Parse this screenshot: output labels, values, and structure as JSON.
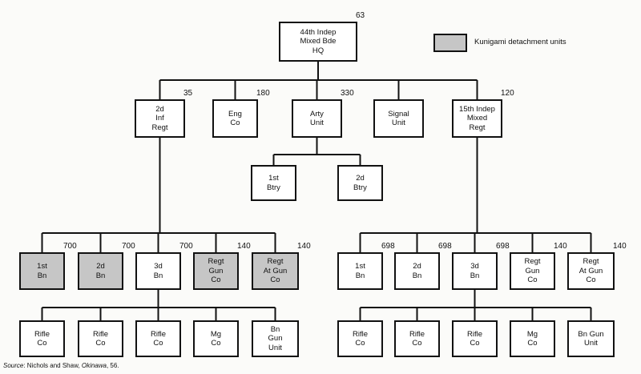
{
  "legend": {
    "label": "Kunigami detachment units",
    "fill": "#c6c6c6"
  },
  "source": {
    "label": "Source",
    "authors": ": Nichols and Shaw, ",
    "work": "Okinawa",
    "page": ", 56."
  },
  "units": {
    "hq": {
      "label": "44th Indep\nMixed Bde\nHQ",
      "strength": "63"
    },
    "inf_regt": {
      "label": "2d\nInf\nRegt",
      "strength": "35"
    },
    "eng": {
      "label": "Eng\nCo",
      "strength": "180"
    },
    "arty": {
      "label": "Arty\nUnit",
      "strength": "330"
    },
    "signal": {
      "label": "Signal\nUnit",
      "strength": ""
    },
    "mixed_regt": {
      "label": "15th Indep\nMixed\nRegt",
      "strength": "120"
    },
    "btry1": {
      "label": "1st\nBtry",
      "strength": ""
    },
    "btry2": {
      "label": "2d\nBtry",
      "strength": ""
    },
    "l_bn1": {
      "label": "1st\nBn",
      "strength": "700",
      "kunigami": true
    },
    "l_bn2": {
      "label": "2d\nBn",
      "strength": "700",
      "kunigami": true
    },
    "l_bn3": {
      "label": "3d\nBn",
      "strength": "700",
      "kunigami": false
    },
    "l_gun": {
      "label": "Regt\nGun\nCo",
      "strength": "140",
      "kunigami": true
    },
    "l_at": {
      "label": "Regt\nAt Gun\nCo",
      "strength": "140",
      "kunigami": true
    },
    "r_bn1": {
      "label": "1st\nBn",
      "strength": "698"
    },
    "r_bn2": {
      "label": "2d\nBn",
      "strength": "698"
    },
    "r_bn3": {
      "label": "3d\nBn",
      "strength": "698"
    },
    "r_gun": {
      "label": "Regt\nGun\nCo",
      "strength": "140"
    },
    "r_at": {
      "label": "Regt\nAt Gun\nCo",
      "strength": "140"
    },
    "l_rifle1": {
      "label": "Rifle\nCo",
      "strength": ""
    },
    "l_rifle2": {
      "label": "Rifle\nCo",
      "strength": ""
    },
    "l_rifle3": {
      "label": "Rifle\nCo",
      "strength": ""
    },
    "l_mg": {
      "label": "Mg\nCo",
      "strength": ""
    },
    "l_bngun": {
      "label": "Bn\nGun\nUnit",
      "strength": ""
    },
    "r_rifle1": {
      "label": "Rifle\nCo",
      "strength": ""
    },
    "r_rifle2": {
      "label": "Rifle\nCo",
      "strength": ""
    },
    "r_rifle3": {
      "label": "Rifle\nCo",
      "strength": ""
    },
    "r_mg": {
      "label": "Mg\nCo",
      "strength": ""
    },
    "r_bngun": {
      "label": "Bn Gun\nUnit",
      "strength": ""
    }
  }
}
